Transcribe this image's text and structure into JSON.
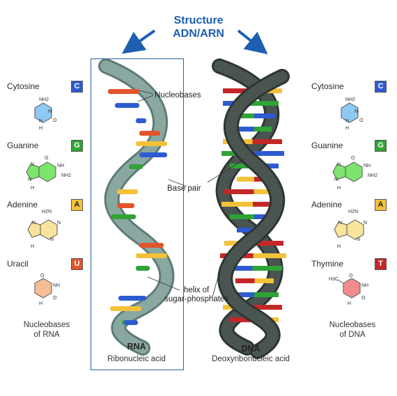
{
  "header": {
    "title_line1": "Structure",
    "title_line2": "ADN/ARN"
  },
  "colors": {
    "C": "#2e5bd1",
    "G": "#2fa336",
    "A": "#f3c23a",
    "U": "#e2542b",
    "T": "#c42727",
    "title": "#1d5fb0",
    "rna_backbone": "#7d9c96",
    "dna_backbone": "#3d4642",
    "frame": "#2a5fa6"
  },
  "left_column": {
    "items": [
      {
        "name": "Cytosine",
        "letter": "C"
      },
      {
        "name": "Guanine",
        "letter": "G"
      },
      {
        "name": "Adenine",
        "letter": "A"
      },
      {
        "name": "Uracil",
        "letter": "U"
      }
    ],
    "caption_line1": "Nucleobases",
    "caption_line2": "of RNA"
  },
  "right_column": {
    "items": [
      {
        "name": "Cytosine",
        "letter": "C"
      },
      {
        "name": "Guanine",
        "letter": "G"
      },
      {
        "name": "Adenine",
        "letter": "A"
      },
      {
        "name": "Thymine",
        "letter": "T"
      }
    ],
    "caption_line1": "Nucleobases",
    "caption_line2": "of DNA"
  },
  "annotations": {
    "nucleobases": "Nucleobases",
    "base_pair": "Base pair",
    "helix_line1": "helix of",
    "helix_line2": "sugar-phosphates"
  },
  "rna": {
    "title": "RNA",
    "subtitle": "Ribonucleic acid"
  },
  "dna": {
    "title": "DNA",
    "subtitle": "Deoxyribonucleic acid"
  },
  "molecule_labels": {
    "cytosine": [
      "NH2",
      "N",
      "N",
      "O",
      "H"
    ],
    "guanine": [
      "O",
      "NH",
      "NH2",
      "N",
      "N",
      "H"
    ],
    "adenine": [
      "H2N",
      "N",
      "N",
      "N",
      "H"
    ],
    "uracil": [
      "O",
      "NH",
      "O",
      "H"
    ],
    "thymine": [
      "H3C",
      "O",
      "NH",
      "O",
      "H"
    ]
  }
}
